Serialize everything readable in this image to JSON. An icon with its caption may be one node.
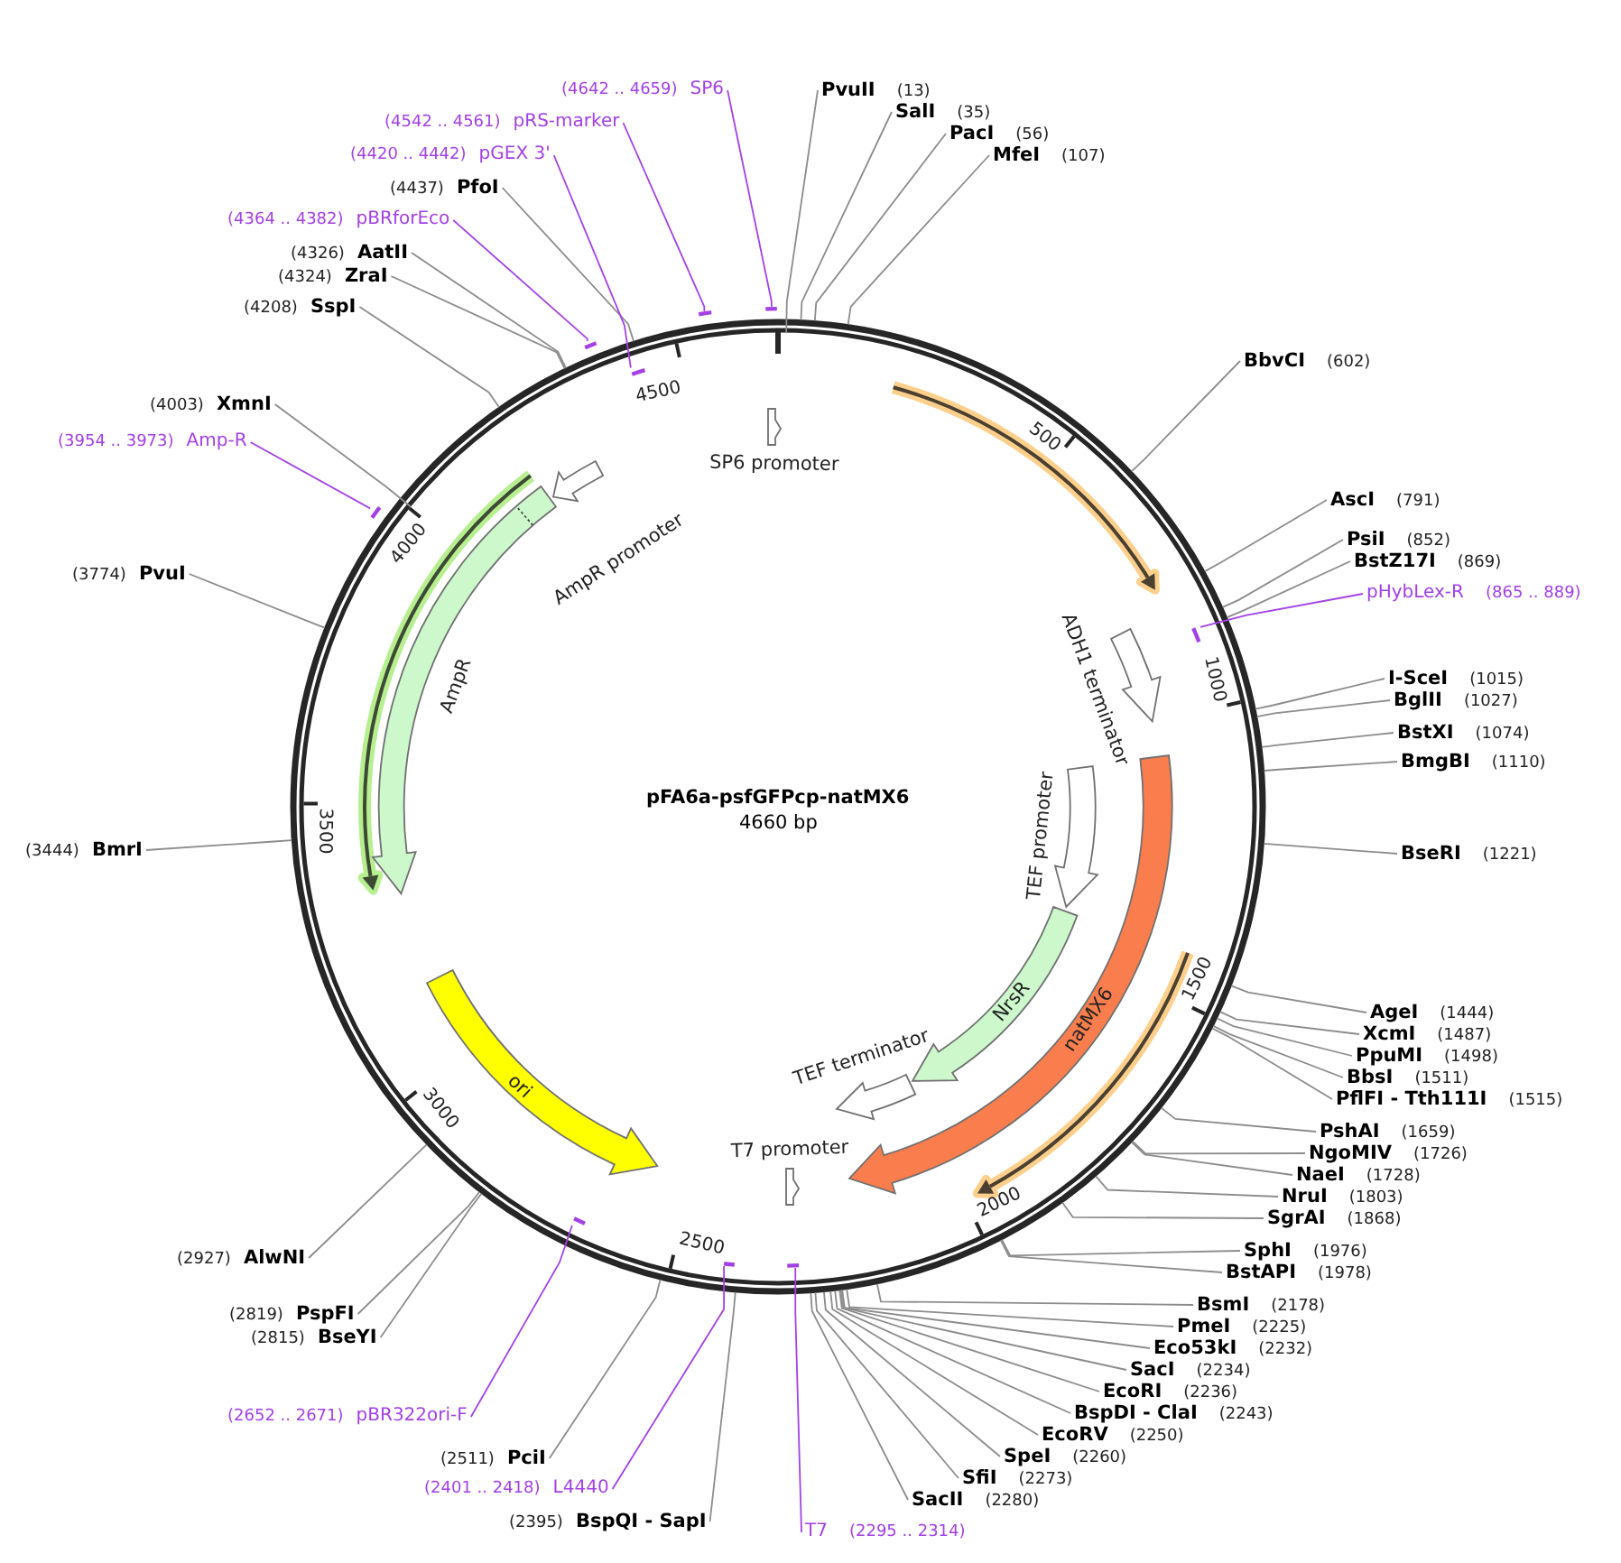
{
  "diagram": {
    "title": "pFA6a-psfGFPcp-natMX6",
    "nodes": [
      {
        "text": [
          "PvuII",
          "(13)"
        ]
      },
      {
        "text": [
          "SalI",
          "(35)"
        ]
      },
      {
        "text": [
          "PacI",
          "(56)"
        ]
      },
      {
        "text": [
          "MfeI",
          "(107)"
        ]
      },
      {
        "text": [
          "BbvCI",
          "(602)"
        ]
      },
      {
        "text": [
          "AscI",
          "(791)"
        ]
      },
      {
        "text": [
          "PsiI",
          "(852)"
        ]
      },
      {
        "text": [
          "BstZ17I",
          "(869)"
        ]
      },
      {
        "text": [
          "pHybLex-R",
          "(865 .. 889)"
        ]
      },
      {
        "text": [
          "I-SceI",
          "(1015)"
        ]
      },
      {
        "text": [
          "BglII",
          "(1027)"
        ]
      },
      {
        "text": [
          "BstXI",
          "(1074)"
        ]
      },
      {
        "text": [
          "BmgBI",
          "(1110)"
        ]
      },
      {
        "text": [
          "BseRI",
          "(1221)"
        ]
      },
      {
        "text": [
          "AgeI",
          "(1444)"
        ]
      },
      {
        "text": [
          "XcmI",
          "(1487)"
        ]
      },
      {
        "text": [
          "PpuMI",
          "(1498)"
        ]
      },
      {
        "text": [
          "BbsI",
          "(1511)"
        ]
      },
      {
        "text": [
          "PflFI - Tth111I",
          "(1515)"
        ]
      },
      {
        "text": [
          "PshAI",
          "(1659)"
        ]
      },
      {
        "text": [
          "NgoMIV",
          "(1726)"
        ]
      },
      {
        "text": [
          "NaeI",
          "(1728)"
        ]
      },
      {
        "text": [
          "NruI",
          "(1803)"
        ]
      },
      {
        "text": [
          "SgrAI",
          "(1868)"
        ]
      },
      {
        "text": [
          "SphI",
          "(1976)"
        ]
      },
      {
        "text": [
          "BstAPI",
          "(1978)"
        ]
      },
      {
        "text": [
          "BsmI",
          "(2178)"
        ]
      },
      {
        "text": [
          "PmeI",
          "(2225)"
        ]
      },
      {
        "text": [
          "Eco53kI",
          "(2232)"
        ]
      },
      {
        "text": [
          "SacI",
          "(2234)"
        ]
      },
      {
        "text": [
          "EcoRI",
          "(2236)"
        ]
      },
      {
        "text": [
          "BspDI - ClaI",
          "(2243)"
        ]
      },
      {
        "text": [
          "EcoRV",
          "(2250)"
        ]
      },
      {
        "text": [
          "SpeI",
          "(2260)"
        ]
      },
      {
        "text": [
          "SfiI",
          "(2273)"
        ]
      },
      {
        "text": [
          "SacII",
          "(2280)"
        ]
      },
      {
        "text": [
          "T7",
          "(2295 .. 2314)"
        ]
      },
      {
        "text": [
          "(2395)",
          "BspQI - SapI"
        ]
      },
      {
        "text": [
          "(2401 .. 2418)",
          "L4440"
        ]
      },
      {
        "text": [
          "(2511)",
          "PciI"
        ]
      },
      {
        "text": [
          "(2652 .. 2671)",
          "pBR322ori-F"
        ]
      },
      {
        "text": [
          "(2815)",
          "BseYI"
        ]
      },
      {
        "text": [
          "(2819)",
          "PspFI"
        ]
      },
      {
        "text": [
          "(2927)",
          "AlwNI"
        ]
      },
      {
        "text": [
          "(3444)",
          "BmrI"
        ]
      },
      {
        "text": [
          "(3774)",
          "PvuI"
        ]
      },
      {
        "text": [
          "(3954 .. 3973)",
          "Amp-R"
        ]
      },
      {
        "text": [
          "(4003)",
          "XmnI"
        ]
      },
      {
        "text": [
          "(4208)",
          "SspI"
        ]
      },
      {
        "text": [
          "(4324)",
          "ZraI"
        ]
      },
      {
        "text": [
          "(4326)",
          "AatII"
        ]
      },
      {
        "text": [
          "(4364 .. 4382)",
          "pBRforEco"
        ]
      },
      {
        "text": [
          "(4437)",
          "PfoI"
        ]
      },
      {
        "text": [
          "(4420 .. 4442)",
          "pGEX 3'"
        ]
      },
      {
        "text": [
          "(4542 .. 4561)",
          "pRS-marker"
        ]
      },
      {
        "text": [
          "(4642 .. 4659)",
          "SP6"
        ]
      },
      {
        "text": [],
        "shape": "bar"
      },
      {
        "text": [],
        "shape": "bar"
      },
      {
        "text": [],
        "shape": "bar"
      },
      {
        "text": [],
        "shape": "bar"
      },
      {
        "text": [],
        "shape": "bar"
      },
      {
        "text": [],
        "shape": "bar"
      },
      {
        "text": [],
        "shape": "bar"
      },
      {
        "text": [],
        "shape": "bar"
      },
      {
        "text": [],
        "shape": "bar"
      },
      {
        "text": [
          "SP6 promoter"
        ]
      },
      {
        "text": [
          "ADH1 terminator"
        ]
      },
      {
        "text": [
          "AmpR promoter"
        ]
      },
      {
        "text": [
          "AmpR"
        ]
      },
      {
        "text": [
          "TEF promoter"
        ]
      },
      {
        "text": [
          "natMX6"
        ]
      },
      {
        "text": [
          "NrsR"
        ]
      },
      {
        "text": [
          "ori"
        ]
      },
      {
        "text": [
          "TEF terminator"
        ]
      },
      {
        "text": [
          "T7 promoter"
        ]
      }
    ],
    "edges": [
      {
        "from": 0,
        "to": null,
        "arrow": "none"
      },
      {
        "from": 1,
        "to": null,
        "arrow": "none"
      },
      {
        "from": 2,
        "to": null,
        "arrow": "none"
      },
      {
        "from": 3,
        "to": null,
        "arrow": "none"
      },
      {
        "from": 4,
        "to": null,
        "arrow": "none"
      },
      {
        "from": 5,
        "to": null,
        "arrow": "none"
      },
      {
        "from": 6,
        "to": null,
        "arrow": "none"
      },
      {
        "from": 7,
        "to": null,
        "arrow": "none"
      },
      {
        "from": 8,
        "to": 56,
        "arrow": "none",
        "color": "#a340e6"
      },
      {
        "from": 9,
        "to": null,
        "arrow": "none"
      },
      {
        "from": 10,
        "to": null,
        "arrow": "none"
      },
      {
        "from": 11,
        "to": null,
        "arrow": "none"
      },
      {
        "from": 12,
        "to": null,
        "arrow": "none"
      },
      {
        "from": 13,
        "to": null,
        "arrow": "none"
      },
      {
        "from": 14,
        "to": null,
        "arrow": "none"
      },
      {
        "from": 15,
        "to": null,
        "arrow": "none"
      },
      {
        "from": 16,
        "to": null,
        "arrow": "none"
      },
      {
        "from": 17,
        "to": null,
        "arrow": "none"
      },
      {
        "from": 18,
        "to": null,
        "arrow": "none"
      },
      {
        "from": 19,
        "to": null,
        "arrow": "none"
      },
      {
        "from": 20,
        "to": null,
        "arrow": "none"
      },
      {
        "from": 21,
        "to": null,
        "arrow": "none"
      },
      {
        "from": 22,
        "to": null,
        "arrow": "none"
      },
      {
        "from": 23,
        "to": null,
        "arrow": "none"
      },
      {
        "from": 24,
        "to": null,
        "arrow": "none"
      },
      {
        "from": 25,
        "to": null,
        "arrow": "none"
      },
      {
        "from": 26,
        "to": null,
        "arrow": "none"
      },
      {
        "from": 27,
        "to": null,
        "arrow": "none"
      },
      {
        "from": 28,
        "to": null,
        "arrow": "none"
      },
      {
        "from": 29,
        "to": null,
        "arrow": "none"
      },
      {
        "from": 30,
        "to": null,
        "arrow": "none"
      },
      {
        "from": 31,
        "to": null,
        "arrow": "none"
      },
      {
        "from": 32,
        "to": null,
        "arrow": "none"
      },
      {
        "from": 33,
        "to": null,
        "arrow": "none"
      },
      {
        "from": 34,
        "to": null,
        "arrow": "none"
      },
      {
        "from": 35,
        "to": null,
        "arrow": "none"
      },
      {
        "from": 36,
        "to": 57,
        "arrow": "none",
        "color": "#a340e6"
      },
      {
        "from": 37,
        "to": null,
        "arrow": "none"
      },
      {
        "from": 38,
        "to": 58,
        "arrow": "none",
        "color": "#a340e6"
      },
      {
        "from": 39,
        "to": null,
        "arrow": "none"
      },
      {
        "from": 40,
        "to": 59,
        "arrow": "none",
        "color": "#a340e6"
      },
      {
        "from": 41,
        "to": null,
        "arrow": "none"
      },
      {
        "from": 42,
        "to": null,
        "arrow": "none"
      },
      {
        "from": 43,
        "to": null,
        "arrow": "none"
      },
      {
        "from": 44,
        "to": null,
        "arrow": "none"
      },
      {
        "from": 45,
        "to": null,
        "arrow": "none"
      },
      {
        "from": 46,
        "to": 60,
        "arrow": "none",
        "color": "#a340e6"
      },
      {
        "from": 47,
        "to": null,
        "arrow": "none"
      },
      {
        "from": 48,
        "to": null,
        "arrow": "none"
      },
      {
        "from": 49,
        "to": null,
        "arrow": "none"
      },
      {
        "from": 50,
        "to": null,
        "arrow": "none"
      },
      {
        "from": 51,
        "to": 61,
        "arrow": "none",
        "color": "#a340e6"
      },
      {
        "from": 52,
        "to": null,
        "arrow": "none"
      },
      {
        "from": 53,
        "to": 62,
        "arrow": "none",
        "color": "#a340e6"
      },
      {
        "from": 54,
        "to": 63,
        "arrow": "none",
        "color": "#a340e6"
      },
      {
        "from": 55,
        "to": 64,
        "arrow": "none",
        "color": "#a340e6"
      }
    ],
    "labels": [
      "4660 bp",
      "500",
      "1000",
      "1500",
      "2000",
      "2500",
      "3000",
      "3500",
      "4000",
      "4500"
    ]
  }
}
